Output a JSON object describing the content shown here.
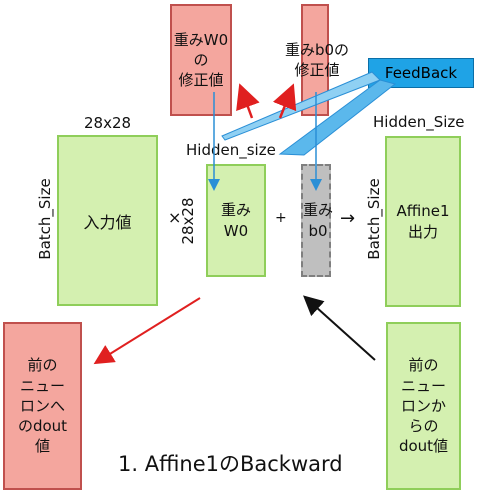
{
  "top_boxes": {
    "w0_correction": "重みW0の\n修正値",
    "b0_correction": "重みb0の\n修正値"
  },
  "feedback_label": "FeedBack",
  "dims": {
    "input_size": "28x28",
    "hidden_size_left": "Hidden_size",
    "hidden_size_right": "Hidden_Size",
    "batch_size_left": "Batch_Size",
    "batch_size_right": "Batch_Size",
    "weight_rows": "28x28"
  },
  "operators": {
    "times": "×",
    "plus": "+",
    "arrow": "→"
  },
  "main_boxes": {
    "input": "入力値",
    "weight_w0": "重み\nW0",
    "bias_b0": "重み\nb0",
    "affine_output": "Affine1\n出力"
  },
  "bottom_boxes": {
    "to_prev_neuron": "前の\nニュー\nロンへ\nのdout\n値",
    "from_prev_neuron": "前の\nニュー\nロンか\nらの\ndout値"
  },
  "caption": "1. Affine1のBackward",
  "colors": {
    "green_fill": "#d4f0b0",
    "green_border": "#8fce5a",
    "red_fill": "#f4a69e",
    "red_border": "#c0504d",
    "feedback_blue": "#1fa3e6",
    "red_arrow": "#e02020",
    "blue_arrow": "#2a8fd6"
  }
}
